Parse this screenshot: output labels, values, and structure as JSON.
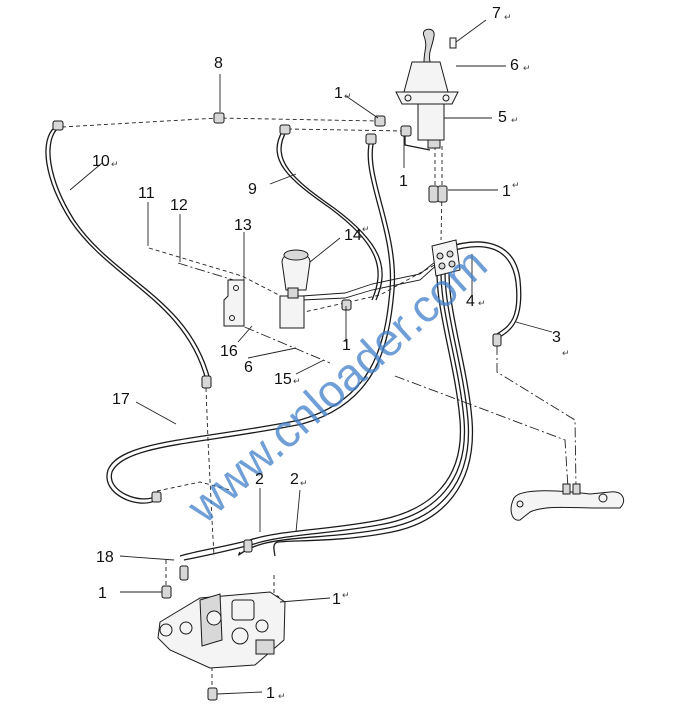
{
  "watermark": "www.cnloader.com",
  "para_mark": "↵",
  "callouts": {
    "c7": "7",
    "c6_top": "6",
    "c8": "8",
    "c1_top": "1",
    "c5": "5",
    "c10": "10",
    "c9": "9",
    "c1_mid": "1",
    "c1_right": "1",
    "c11": "11",
    "c12": "12",
    "c13": "13",
    "c14": "14",
    "c4": "4",
    "c3": "3",
    "c16": "16",
    "c6_mid": "6",
    "c1_center": "1",
    "c15": "15",
    "c17": "17",
    "c2_left": "2",
    "c2_right": "2",
    "c18": "18",
    "c1_lower_left": "1",
    "c1_lower_right": "1",
    "c1_bottom": "1"
  }
}
